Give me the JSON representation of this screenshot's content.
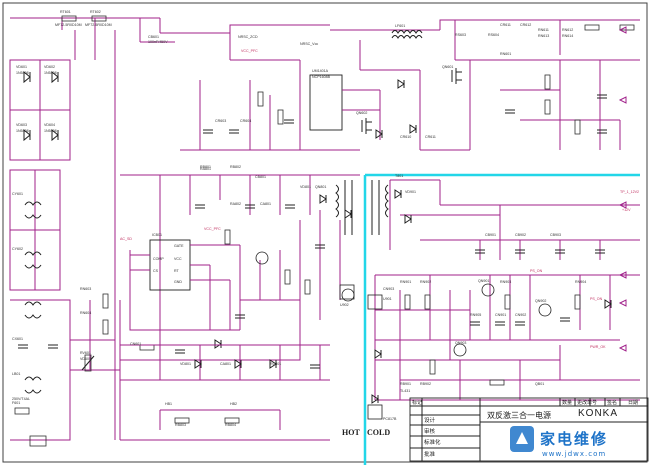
{
  "title_block": {
    "rows_left": [
      "设计",
      "审核",
      "标准化",
      "批准"
    ],
    "header_cells": [
      "标记",
      "数量",
      "更改单号",
      "签名",
      "日期"
    ],
    "product_title": "双反激三合一电源",
    "brand": "KONKA"
  },
  "isolation": {
    "hot_label": "HOT",
    "cold_label": "COLD"
  },
  "watermark": {
    "text_cn": "家电维修",
    "text_site": "www.jdwx.com",
    "color": "#1e73c8"
  },
  "accent_colors": {
    "wire": "#a0208a",
    "isolation_line": "#22d6e8",
    "label": "#c03060"
  },
  "net_labels": [
    "VCC_PFC",
    "VCC_PFC",
    "AC_SD",
    "TP_1_12V2",
    "+12V",
    "PS_ON",
    "PS_ON",
    "PWR_OK"
  ],
  "component_labels": {
    "top": [
      "RT601",
      "RT602",
      "MF72-5R0D10M",
      "MF72-5R0D10M",
      "CB601",
      "100nF/450V",
      "LF601",
      "RS603",
      "RS604",
      "CR611",
      "CR612",
      "RN611",
      "RN612",
      "RN613",
      "RN614"
    ],
    "pfc": [
      "NRSC_ZCD",
      "NRSC_Vcc",
      "UM1401A",
      "NCP1608B",
      "CR603",
      "CR604",
      "QN601",
      "QN602",
      "CR610",
      "CR611",
      "RN601"
    ],
    "bridge": [
      "VD601",
      "VD602",
      "VD603",
      "VD604",
      "1N5408",
      "1N5408",
      "1N5408",
      "1N5408"
    ],
    "flyback": [
      "RB801",
      "RB802",
      "CB801",
      "VD801",
      "QN801",
      "T801",
      "VD901",
      "CB901",
      "CB902",
      "CB903"
    ],
    "standby": [
      "ICB01",
      "GATE",
      "VCC",
      "COMP",
      "CS",
      "RT",
      "GND",
      "RA801",
      "RA802",
      "CA801"
    ],
    "cold_side": [
      "QN901",
      "QN902",
      "QN903",
      "RN901",
      "RN902",
      "RN903",
      "RN904",
      "RN905",
      "CN901",
      "CN902",
      "CN903",
      "U901",
      "U902",
      "PC817B",
      "TL431"
    ],
    "input": [
      "F601",
      "250V/T4AL",
      "LB01",
      "CY601",
      "CY602",
      "CX601",
      "RN603",
      "RN604",
      "VD605",
      "RV601",
      "CN601"
    ],
    "bottom": [
      "RB901",
      "RB902",
      "QB01",
      "VD801",
      "CA801",
      "RC801",
      "HB1",
      "HB2",
      "RB803",
      "RB804"
    ]
  }
}
